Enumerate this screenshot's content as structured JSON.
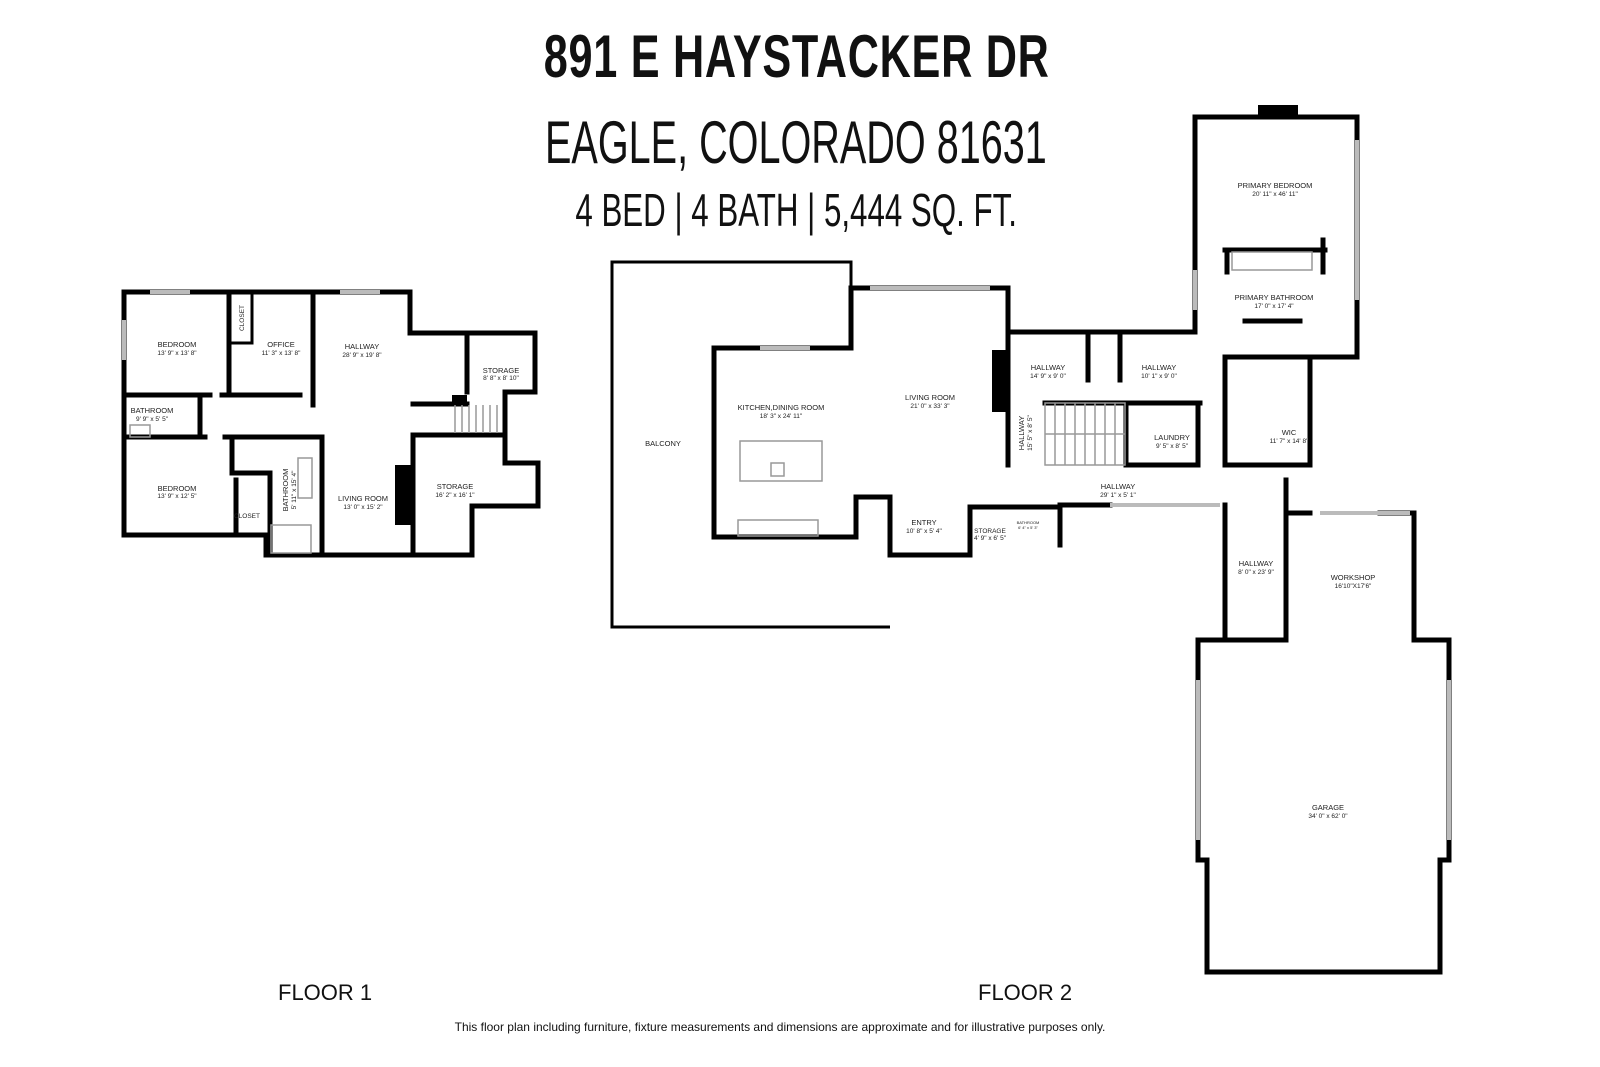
{
  "header": {
    "address": "891 E HAYSTACKER DR",
    "city": "EAGLE, COLORADO 81631",
    "summary": "4 BED | 4 BATH | 5,444 SQ. FT."
  },
  "floor1": {
    "label": "FLOOR 1",
    "rooms": [
      {
        "name": "BEDROOM",
        "dim": "13' 9\" x 13' 8\""
      },
      {
        "name": "OFFICE",
        "dim": "11' 3\" x 13' 8\""
      },
      {
        "name": "HALLWAY",
        "dim": "28' 9\" x 19' 8\""
      },
      {
        "name": "STORAGE",
        "dim": "8' 8\" x 8' 10\""
      },
      {
        "name": "BATHROOM",
        "dim": "9' 9\" x 5' 5\""
      },
      {
        "name": "BEDROOM",
        "dim": "13' 9\" x 12' 5\""
      },
      {
        "name": "BATHROOM",
        "dim": "5' 11\" x 15' 4\""
      },
      {
        "name": "LIVING ROOM",
        "dim": "13' 0\" x 15' 2\""
      },
      {
        "name": "STORAGE",
        "dim": "16' 2\" x 16' 1\""
      },
      {
        "name": "CLOSET",
        "dim": ""
      },
      {
        "name": "CLOSET",
        "dim": ""
      }
    ]
  },
  "floor2": {
    "label": "FLOOR 2",
    "rooms": [
      {
        "name": "BALCONY",
        "dim": ""
      },
      {
        "name": "KITCHEN,DINING ROOM",
        "dim": "18' 3\" x 24' 11\""
      },
      {
        "name": "LIVING ROOM",
        "dim": "21' 0\" x 33' 3\""
      },
      {
        "name": "HALLWAY",
        "dim": "14' 9\" x 9' 0\""
      },
      {
        "name": "HALLWAY",
        "dim": "10' 1\" x 9' 0\""
      },
      {
        "name": "HALLWAY",
        "dim": "15' 5\" x 8' 5\""
      },
      {
        "name": "LAUNDRY",
        "dim": "9' 5\" x 8' 5\""
      },
      {
        "name": "HALLWAY",
        "dim": "29' 1\" x 5' 1\""
      },
      {
        "name": "ENTRY",
        "dim": "10' 8\" x 5' 4\""
      },
      {
        "name": "STORAGE",
        "dim": "4' 9\" x 6' 5\""
      },
      {
        "name": "BATHROOM",
        "dim": "6' 4\" x 5' 3\""
      },
      {
        "name": "PRIMARY BEDROOM",
        "dim": "20' 11\" x 46' 11\""
      },
      {
        "name": "PRIMARY BATHROOM",
        "dim": "17' 0\" x 17' 4\""
      },
      {
        "name": "WIC",
        "dim": "11' 7\" x 14' 8\""
      },
      {
        "name": "HALLWAY",
        "dim": "8' 0\" x 23' 9\""
      },
      {
        "name": "WORKSHOP",
        "dim": "16'10\"X17'6\""
      },
      {
        "name": "GARAGE",
        "dim": "34' 0\" x 62' 0\""
      }
    ]
  },
  "disclaimer": "This floor plan including furniture, fixture measurements and dimensions are approximate and for illustrative purposes only."
}
